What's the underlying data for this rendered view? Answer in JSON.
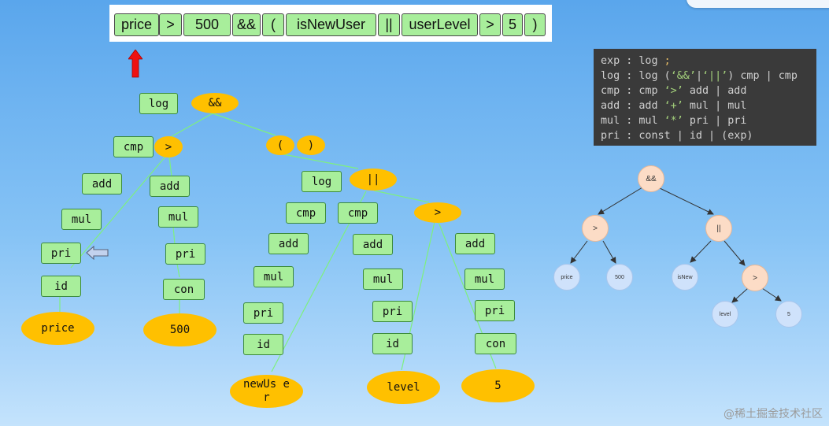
{
  "tokens": [
    "price",
    ">",
    "500",
    "&&",
    "(",
    "isNewUser",
    "||",
    "userLevel",
    ">",
    "5",
    ")"
  ],
  "grammar": {
    "r1": {
      "a": "exp : log ",
      "semi": ";"
    },
    "r2": {
      "a": "log : log (",
      "s1": "‘&&’",
      "b": "|",
      "s2": "‘||’",
      "c": ") cmp | cmp"
    },
    "r3": {
      "a": "cmp : cmp ",
      "s1": "‘>’",
      "b": " add | add"
    },
    "r4": {
      "a": "add : add ",
      "s1": "‘+’",
      "b": " mul | mul"
    },
    "r5": {
      "a": "mul : mul ",
      "s1": "‘*’",
      "b": " pri | pri"
    },
    "r6": {
      "a": "pri : const | id | (exp)"
    }
  },
  "parse_tree": {
    "rules": {
      "log1": "log",
      "cmp1": "cmp",
      "add1": "add",
      "add2": "add",
      "mul1": "mul",
      "mul2": "mul",
      "pri1": "pri",
      "pri2": "pri",
      "id1": "id",
      "con1": "con",
      "log2": "log",
      "cmp2": "cmp",
      "cmp3": "cmp",
      "add3": "add",
      "add4": "add",
      "add5": "add",
      "mul3": "mul",
      "mul4": "mul",
      "mul5": "mul",
      "pri3": "pri",
      "pri4": "pri",
      "pri5": "pri",
      "id2": "id",
      "id3": "id",
      "con2": "con"
    },
    "ops": {
      "and": "&&",
      "gt1": ">",
      "lparen": "(",
      "rparen": ")",
      "or": "||",
      "gt2": ">",
      "price": "price",
      "n500": "500",
      "newuser": "newUs er",
      "level": "level",
      "n5": "5"
    }
  },
  "ast": {
    "and": "&&",
    "gt1": ">",
    "or": "||",
    "price": "price",
    "n500": "500",
    "isnew": "isNew",
    "gt2": ">",
    "level": "level",
    "n5": "5"
  },
  "footer": "@稀土掘金技术社区"
}
